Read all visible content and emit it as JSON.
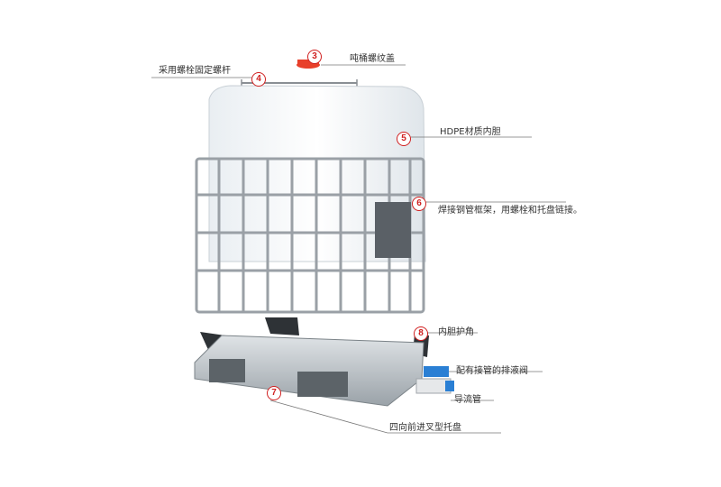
{
  "callouts": {
    "c3": {
      "num": "3",
      "label": "吨桶螺纹盖"
    },
    "c4": {
      "num": "4",
      "label": "采用螺栓固定螺杆"
    },
    "c5": {
      "num": "5",
      "label": "HDPE材质内胆"
    },
    "c6": {
      "num": "6",
      "label": "焊接钢管框架，用螺栓和托盘链接。"
    },
    "c8": {
      "num": "8",
      "label": "内胆护角"
    },
    "valve": {
      "label": "配有接管的排液阀"
    },
    "pipe": {
      "label": "导流管"
    },
    "c7": {
      "num": "7",
      "label": "四向前进叉型托盘"
    }
  },
  "colors": {
    "accent": "#d02020",
    "valve": "#2a7fd4",
    "cap": "#e8402a"
  }
}
